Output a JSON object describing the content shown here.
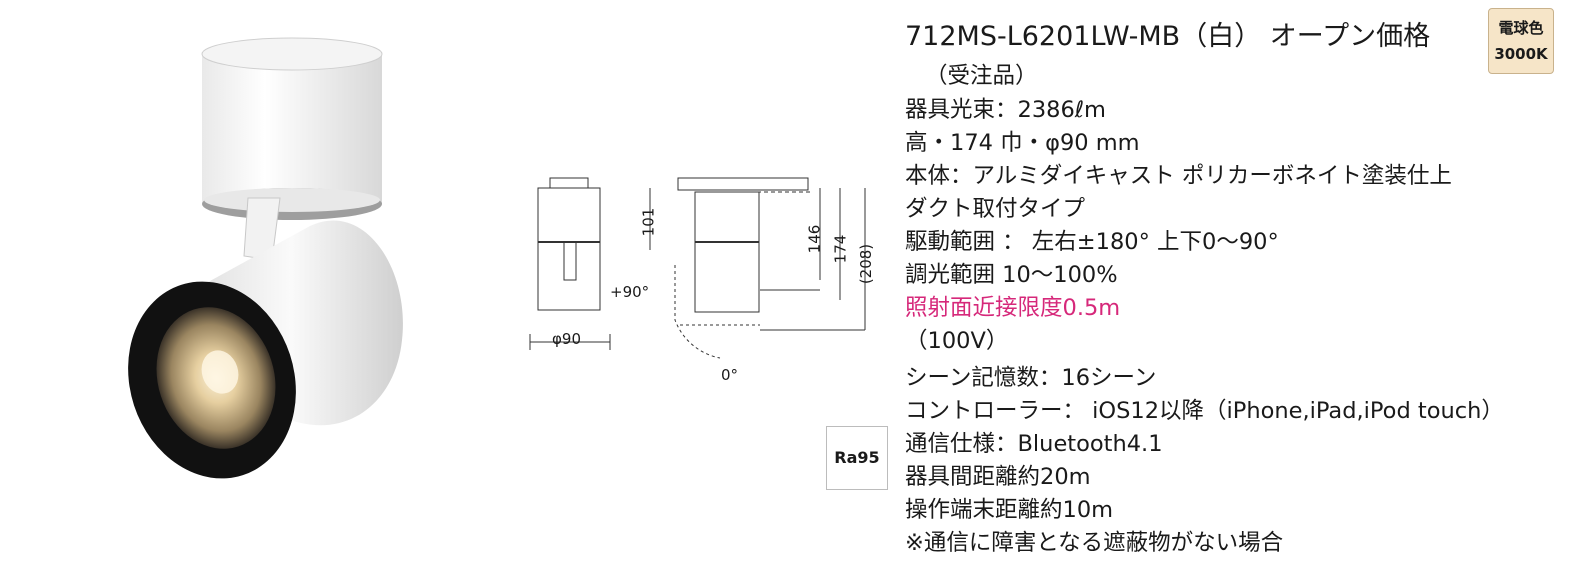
{
  "product": {
    "title": "712MS-L6201LW-MB（白） オープン価格",
    "order_note": "（受注品）"
  },
  "color_badge": {
    "line1": "電球色",
    "line2": "3000K",
    "bg": "#f6e5c8"
  },
  "ra_badge": "Ra95",
  "specs": [
    "器具光束：2386ℓm",
    "高・174 巾・φ90 mm",
    "本体：アルミダイキャスト ポリカーボネイト塗装仕上",
    "ダクト取付タイプ",
    "駆動範囲 ： 左右±180°  上下0～90°",
    "調光範囲 10～100%",
    "照射面近接限度0.5m",
    "（100V）"
  ],
  "specs_highlight_color": "#d6287a",
  "features": [
    "シーン記憶数：16シーン",
    "コントローラー： iOS12以降（iPhone,iPad,iPod touch）",
    "通信仕様：Bluetooth4.1",
    "器具間距離約20m",
    "操作端末距離約10m",
    "※通信に障害となる遮蔽物がない場合"
  ],
  "drawing": {
    "dim_diameter": "φ90",
    "dim_101": "101",
    "dim_146": "146",
    "dim_174": "174",
    "dim_208": "(208)",
    "angle_plus90": "+90°",
    "angle_0": "0°"
  }
}
